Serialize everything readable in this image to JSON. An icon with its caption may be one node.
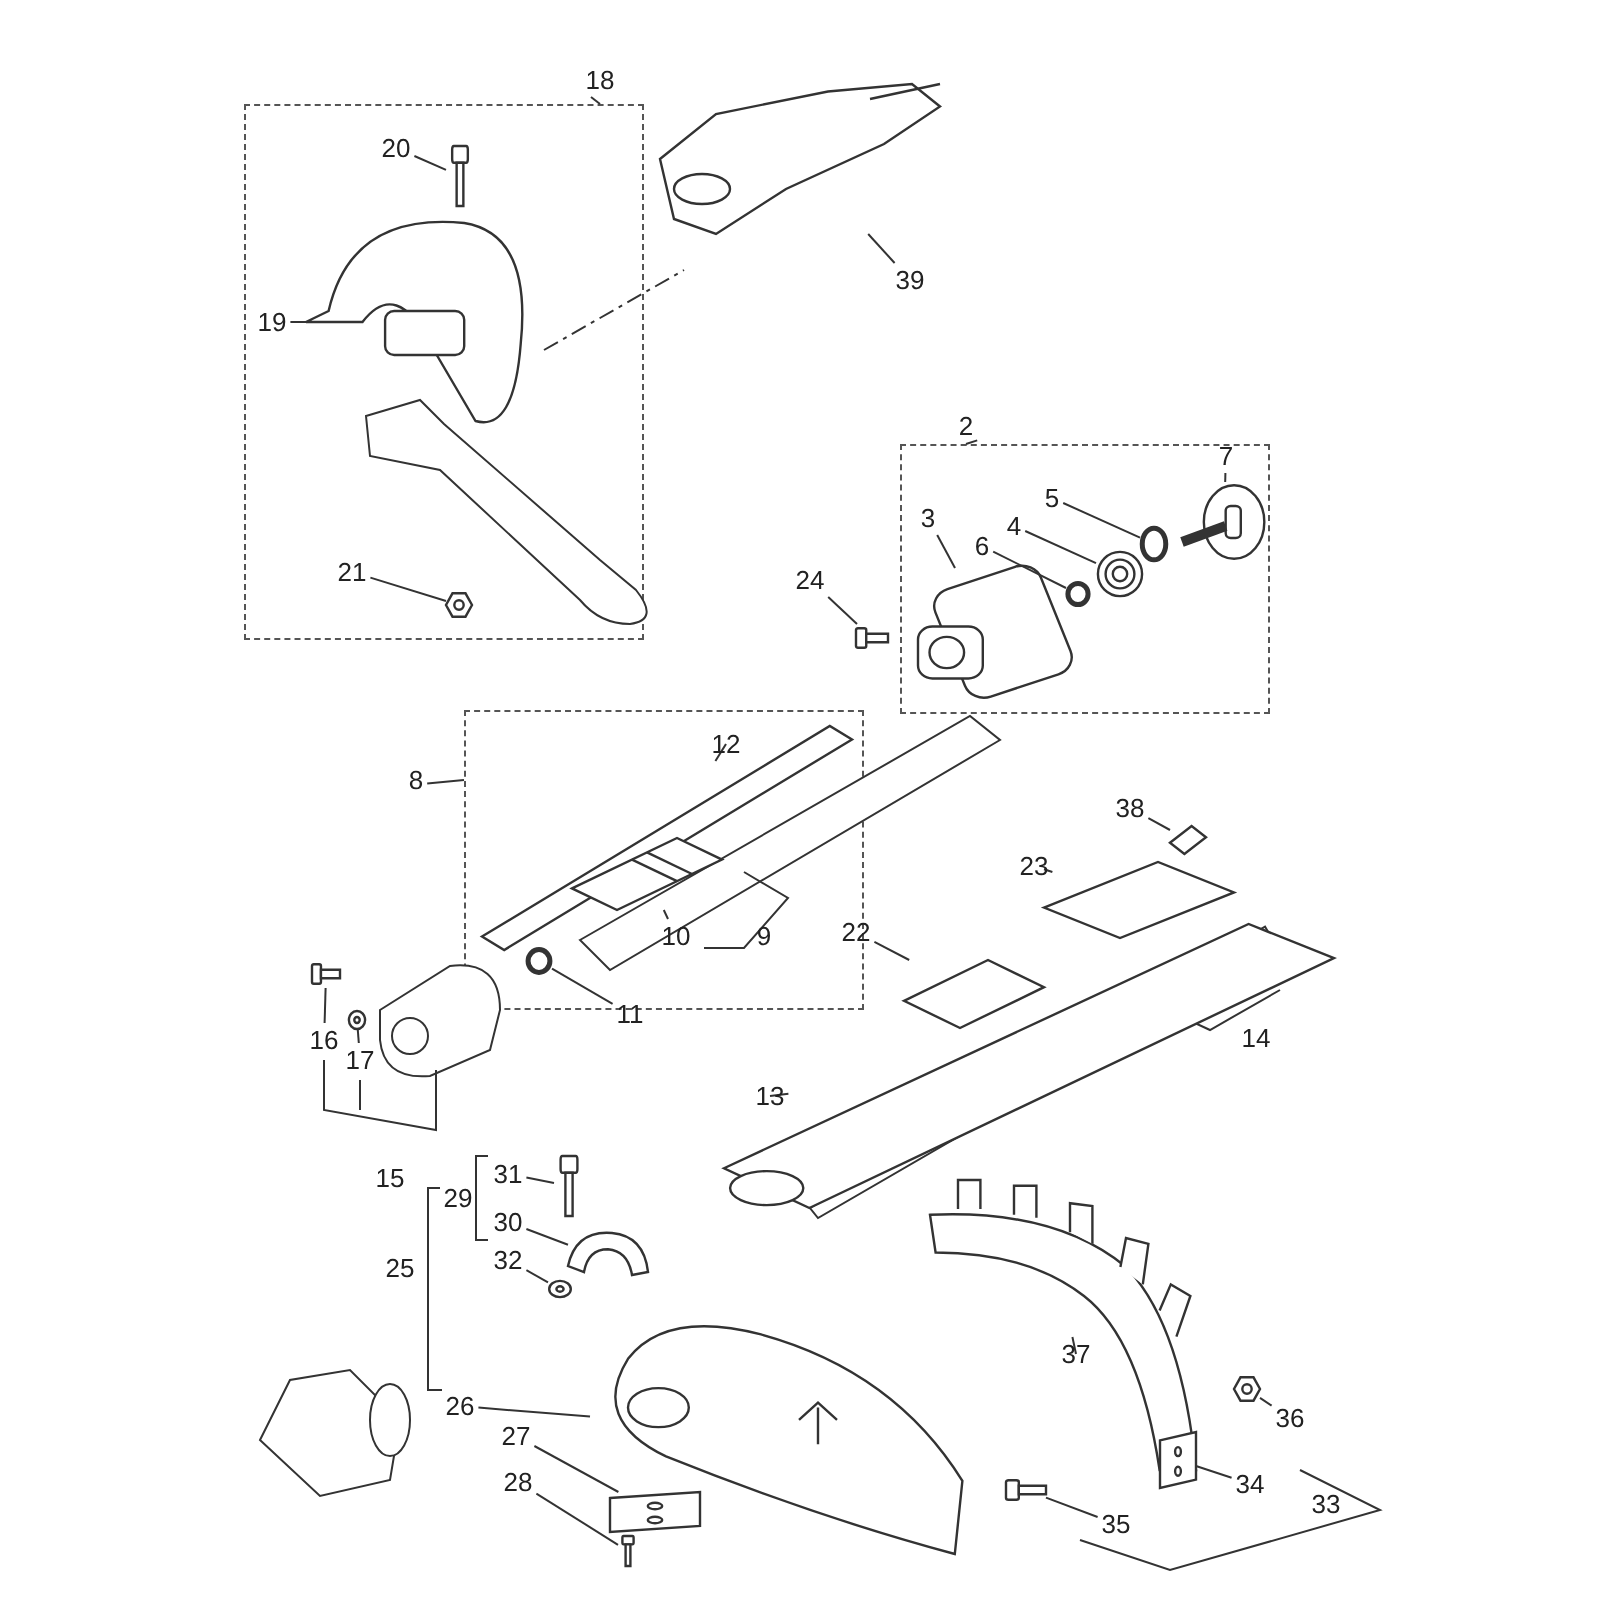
{
  "diagram": {
    "nodes": [
      {
        "text": [
          "18"
        ]
      },
      {
        "text": [],
        "shape": "box"
      },
      {
        "text": [
          "20"
        ],
        "in": 1
      },
      {
        "text": [],
        "shape": "picture",
        "in": 1
      },
      {
        "text": [
          "19"
        ],
        "in": 1
      },
      {
        "text": [],
        "shape": "picture",
        "in": 1
      },
      {
        "text": [
          "21"
        ],
        "in": 1
      },
      {
        "text": [],
        "shape": "picture",
        "in": 1
      },
      {
        "text": [
          "39"
        ]
      },
      {
        "text": [],
        "shape": "picture"
      },
      {
        "text": [
          "2"
        ]
      },
      {
        "text": [],
        "shape": "box"
      },
      {
        "text": [
          "7"
        ],
        "in": 11
      },
      {
        "text": [],
        "shape": "picture",
        "in": 11
      },
      {
        "text": [
          "5"
        ],
        "in": 11
      },
      {
        "text": [],
        "shape": "circle",
        "in": 11
      },
      {
        "text": [
          "4"
        ],
        "in": 11
      },
      {
        "text": [],
        "shape": "picture",
        "in": 11
      },
      {
        "text": [
          "6"
        ],
        "in": 11
      },
      {
        "text": [],
        "shape": "circle",
        "in": 11
      },
      {
        "text": [
          "3"
        ],
        "in": 11
      },
      {
        "text": [],
        "shape": "picture",
        "in": 11
      },
      {
        "text": [
          "24"
        ]
      },
      {
        "text": [],
        "shape": "picture"
      },
      {
        "text": [
          "8"
        ]
      },
      {
        "text": [],
        "shape": "box"
      },
      {
        "text": [
          "12"
        ],
        "in": 25
      },
      {
        "text": [],
        "shape": "picture",
        "in": 25
      },
      {
        "text": [
          "10"
        ],
        "in": 25
      },
      {
        "text": [],
        "shape": "picture",
        "in": 25
      },
      {
        "text": [
          "11"
        ]
      },
      {
        "text": [],
        "shape": "circle",
        "in": 25
      },
      {
        "text": [
          "38"
        ]
      },
      {
        "text": [],
        "shape": "picture"
      },
      {
        "text": [
          "23"
        ]
      },
      {
        "text": [],
        "shape": "picture"
      },
      {
        "text": [
          "22"
        ]
      },
      {
        "text": [],
        "shape": "picture"
      },
      {
        "text": [
          "13"
        ]
      },
      {
        "text": [],
        "shape": "picture"
      },
      {
        "text": [
          "16"
        ]
      },
      {
        "text": [],
        "shape": "picture"
      },
      {
        "text": [
          "17"
        ]
      },
      {
        "text": [],
        "shape": "picture"
      },
      {
        "text": [
          "31"
        ]
      },
      {
        "text": [],
        "shape": "picture"
      },
      {
        "text": [
          "30"
        ]
      },
      {
        "text": [],
        "shape": "picture"
      },
      {
        "text": [
          "32"
        ]
      },
      {
        "text": [],
        "shape": "picture"
      },
      {
        "text": [
          "37"
        ]
      },
      {
        "text": [],
        "shape": "picture"
      },
      {
        "text": [
          "26"
        ]
      },
      {
        "text": [],
        "shape": "picture"
      },
      {
        "text": [
          "27"
        ]
      },
      {
        "text": [],
        "shape": "picture"
      },
      {
        "text": [
          "28"
        ]
      },
      {
        "text": [],
        "shape": "picture"
      },
      {
        "text": [
          "36"
        ]
      },
      {
        "text": [],
        "shape": "picture"
      },
      {
        "text": [
          "34"
        ]
      },
      {
        "text": [],
        "shape": "picture"
      },
      {
        "text": [
          "35"
        ]
      },
      {
        "text": [],
        "shape": "picture"
      }
    ],
    "edges": [
      {
        "from": 0,
        "to": 1,
        "arrow": "none"
      },
      {
        "from": 2,
        "to": 3,
        "arrow": "none"
      },
      {
        "from": 4,
        "to": 5,
        "arrow": "none"
      },
      {
        "from": 6,
        "to": 7,
        "arrow": "none"
      },
      {
        "from": 8,
        "to": 9,
        "arrow": "none"
      },
      {
        "from": 10,
        "to": 11,
        "arrow": "none"
      },
      {
        "from": 12,
        "to": 13,
        "arrow": "none"
      },
      {
        "from": 14,
        "to": 15,
        "arrow": "none"
      },
      {
        "from": 16,
        "to": 17,
        "arrow": "none"
      },
      {
        "from": 18,
        "to": 19,
        "arrow": "none"
      },
      {
        "from": 20,
        "to": 21,
        "arrow": "none"
      },
      {
        "from": 22,
        "to": 23,
        "arrow": "none"
      },
      {
        "from": 24,
        "to": 25,
        "arrow": "none"
      },
      {
        "from": 26,
        "to": 27,
        "arrow": "none"
      },
      {
        "from": 28,
        "to": 29,
        "arrow": "none"
      },
      {
        "from": 30,
        "to": 31,
        "arrow": "none"
      },
      {
        "from": 32,
        "to": 33,
        "arrow": "none"
      },
      {
        "from": 34,
        "to": 35,
        "arrow": "none"
      },
      {
        "from": 36,
        "to": 37,
        "arrow": "none"
      },
      {
        "from": 38,
        "to": 39,
        "arrow": "none"
      },
      {
        "from": 40,
        "to": 41,
        "arrow": "none"
      },
      {
        "from": 42,
        "to": 43,
        "arrow": "none"
      },
      {
        "from": 44,
        "to": 45,
        "arrow": "none"
      },
      {
        "from": 46,
        "to": 47,
        "arrow": "none"
      },
      {
        "from": 48,
        "to": 49,
        "arrow": "none"
      },
      {
        "from": 50,
        "to": 51,
        "arrow": "none"
      },
      {
        "from": 52,
        "to": 53,
        "arrow": "none"
      },
      {
        "from": 54,
        "to": 55,
        "arrow": "none"
      },
      {
        "from": 56,
        "to": 57,
        "arrow": "none"
      },
      {
        "from": 58,
        "to": 59,
        "arrow": "none"
      },
      {
        "from": 60,
        "to": 61,
        "arrow": "none"
      },
      {
        "from": 62,
        "to": 63,
        "arrow": "none"
      }
    ],
    "labels": [
      "9",
      "14",
      "15",
      "29",
      "25",
      "33"
    ]
  }
}
